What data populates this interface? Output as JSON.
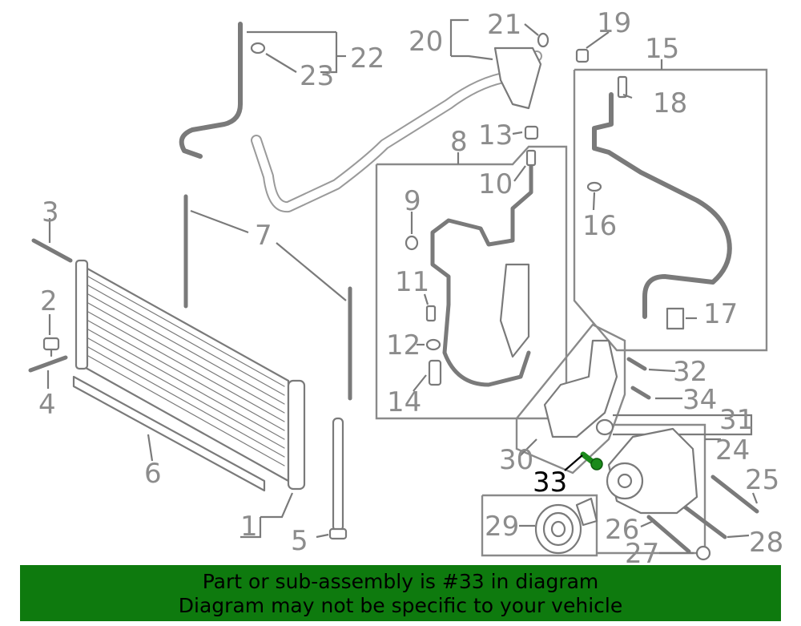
{
  "callouts": {
    "c1": "1",
    "c2": "2",
    "c3": "3",
    "c4": "4",
    "c5": "5",
    "c6": "6",
    "c7": "7",
    "c8": "8",
    "c9": "9",
    "c10": "10",
    "c11": "11",
    "c12": "12",
    "c13": "13",
    "c14": "14",
    "c15": "15",
    "c16": "16",
    "c17": "17",
    "c18": "18",
    "c19": "19",
    "c20": "20",
    "c21": "21",
    "c22": "22",
    "c23": "23",
    "c24": "24",
    "c25": "25",
    "c26": "26",
    "c27": "27",
    "c28": "28",
    "c29": "29",
    "c30": "30",
    "c31": "31",
    "c32": "32",
    "c33": "33",
    "c34": "34"
  },
  "highlight_part": "33",
  "highlight_color": "#1a8a1a",
  "banner": {
    "line1": "Part or sub-assembly is #33 in diagram",
    "line2": "Diagram may not be specific to your vehicle",
    "background": "#0e7a0e"
  }
}
